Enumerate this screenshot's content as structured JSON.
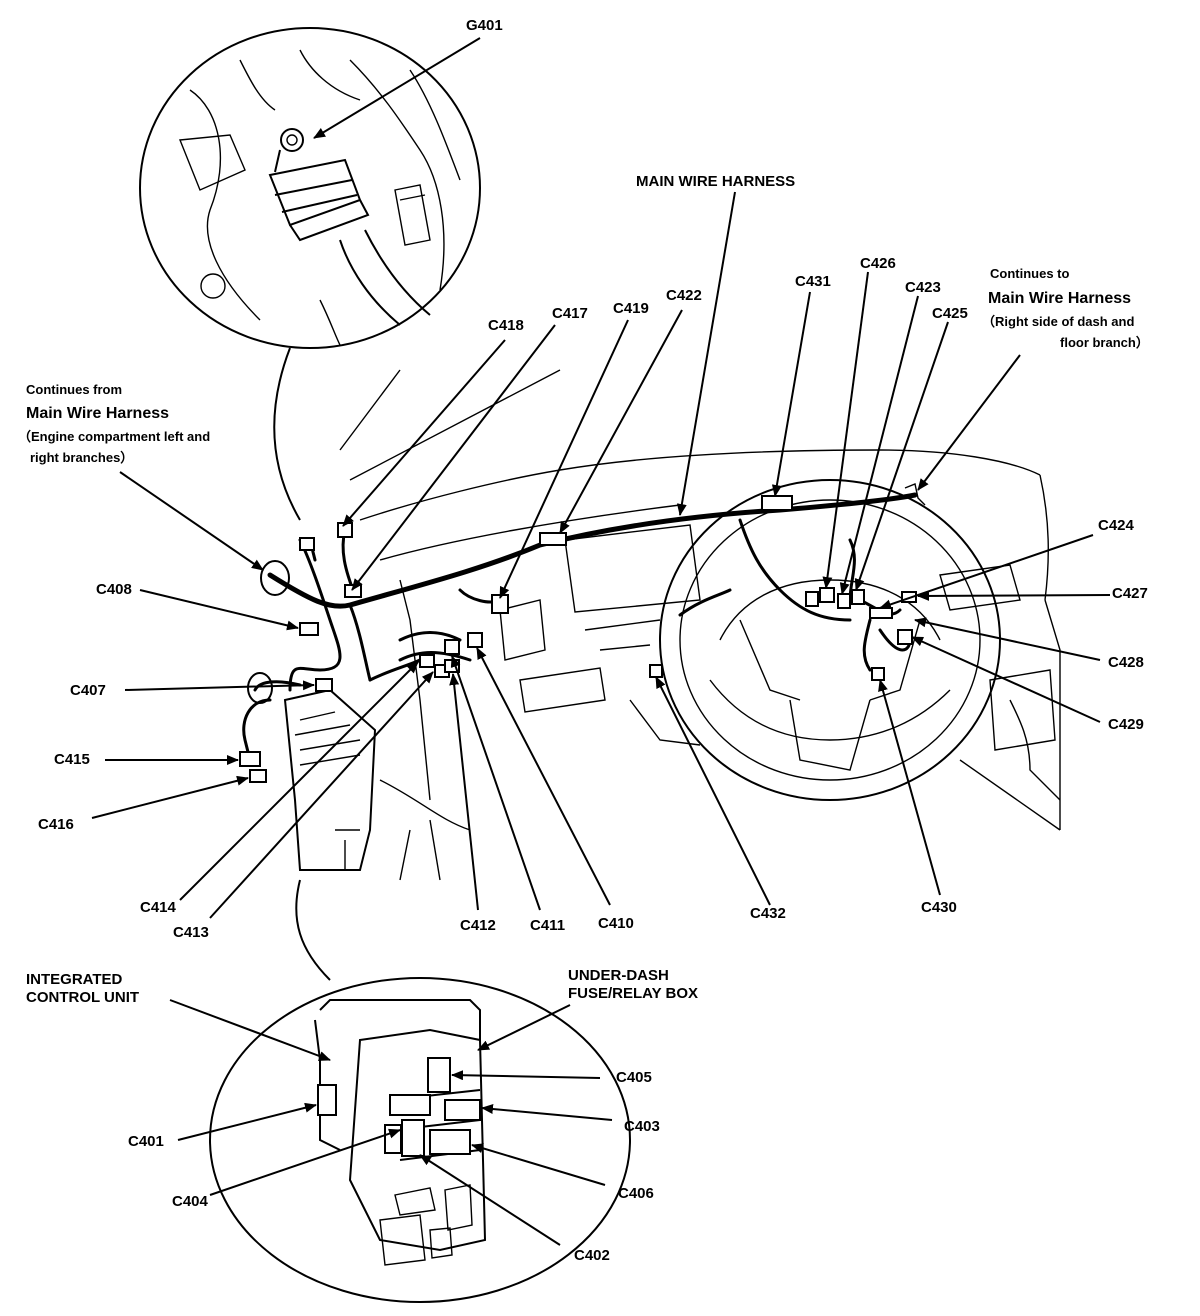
{
  "labels": {
    "g401": "G401",
    "main_wire_harness": "MAIN WIRE HARNESS",
    "cont_from_1": "Continues from",
    "cont_from_2": "Main Wire Harness",
    "cont_from_3": "（Engine  compartment left and",
    "cont_from_4": "right branches）",
    "cont_to_1": "Continues to",
    "cont_to_2": "Main Wire Harness",
    "cont_to_3": "（Right side of  dash and",
    "cont_to_4": "floor branch）",
    "c401": "C401",
    "c402": "C402",
    "c403": "C403",
    "c404": "C404",
    "c405": "C405",
    "c406": "C406",
    "c407": "C407",
    "c408": "C408",
    "c410": "C410",
    "c411": "C411",
    "c412": "C412",
    "c413": "C413",
    "c414": "C414",
    "c415": "C415",
    "c416": "C416",
    "c417": "C417",
    "c418": "C418",
    "c419": "C419",
    "c422": "C422",
    "c423": "C423",
    "c424": "C424",
    "c425": "C425",
    "c426": "C426",
    "c427": "C427",
    "c428": "C428",
    "c429": "C429",
    "c430": "C430",
    "c431": "C431",
    "c432": "C432",
    "icu_1": "INTEGRATED",
    "icu_2": "CONTROL UNIT",
    "fuse_1": "UNDER-DASH",
    "fuse_2": "FUSE/RELAY BOX"
  }
}
